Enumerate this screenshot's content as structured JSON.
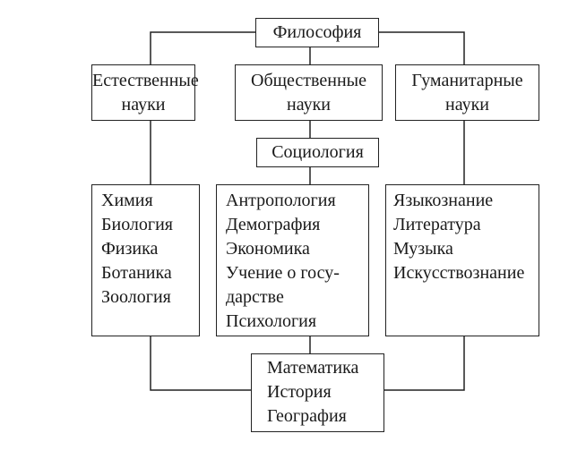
{
  "root": "Философия",
  "branches": [
    {
      "title": [
        "Естественные",
        "науки"
      ],
      "items": [
        "Химия",
        "Биология",
        "Физика",
        "Ботаника",
        "Зоология"
      ]
    },
    {
      "title": [
        "Общественные",
        "науки"
      ],
      "intermediate": "Социология",
      "items": [
        "Антропология",
        "Демография",
        "Экономика",
        "Учение о госу-",
        "дарстве",
        "Психология"
      ]
    },
    {
      "title": [
        "Гуманитарные",
        "науки"
      ],
      "items": [
        "Языкознание",
        "Литература",
        "Музыка",
        "Искусствознание"
      ]
    }
  ],
  "common": [
    "Математика",
    "История",
    "География"
  ]
}
